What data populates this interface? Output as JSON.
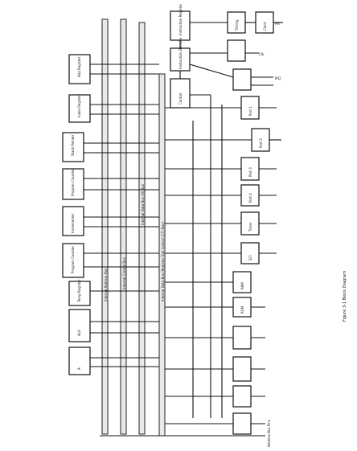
{
  "diagram": {
    "buses": [
      {
        "id": "internal-address-bus",
        "label": "Internal Address Bus"
      },
      {
        "id": "internal-control-bus",
        "label": "Internal Control Bus"
      },
      {
        "id": "internal-data-bus",
        "label": "Internal Data Bus (D) Bus"
      },
      {
        "id": "internal-register-bus",
        "label": "Internal Data Bus (Register Tool Control (CT) Bus)"
      }
    ],
    "left_blocks": [
      {
        "id": "add-register",
        "label": "Add Register"
      },
      {
        "id": "index-register",
        "label": "Index Register"
      },
      {
        "id": "stack-pointer",
        "label": "Stack Pointer"
      },
      {
        "id": "program-counter",
        "label": "Program Counter"
      },
      {
        "id": "incrementer",
        "label": "Incrementer"
      },
      {
        "id": "program-counter-2",
        "label": "Program Counter"
      },
      {
        "id": "temp-register",
        "label": "Temp Register"
      },
      {
        "id": "alu",
        "label": "ALU"
      },
      {
        "id": "reg-a",
        "label": "A"
      }
    ],
    "top_blocks": [
      {
        "id": "instruction-register",
        "label": "Instruction Register"
      },
      {
        "id": "instruction-decoder",
        "label": "Instruction Decoder"
      },
      {
        "id": "timing",
        "label": "Timing"
      },
      {
        "id": "clock",
        "label": "Clock"
      },
      {
        "id": "control",
        "label": "Control"
      }
    ],
    "pins": {
      "top_right_1": "Pin",
      "top_right_2": "Clk",
      "right_mid": "IRQ",
      "bottom": "Address Bus Pins"
    },
    "right_blocks": [
      {
        "id": "port-1",
        "label": "Port 1"
      },
      {
        "id": "port-2",
        "label": "Port 2"
      },
      {
        "id": "port-3",
        "label": "Port 3"
      },
      {
        "id": "port-4",
        "label": "Port 4"
      },
      {
        "id": "timer",
        "label": "Timer"
      },
      {
        "id": "sci",
        "label": "SCI"
      },
      {
        "id": "ram",
        "label": "RAM"
      },
      {
        "id": "rom",
        "label": "ROM"
      }
    ],
    "figure_caption": "Figure 3-1 Block Diagram"
  }
}
